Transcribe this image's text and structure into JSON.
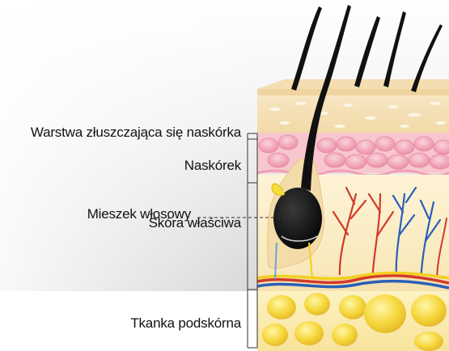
{
  "labels": {
    "stratum_corneum": "Warstwa złuszczająca się naskórka",
    "epidermis": "Naskórek",
    "hair_follicle": "Mieszek włosowy",
    "dermis": "Skóra właściwa",
    "subcutis": "Tkanka podskórna"
  },
  "colors": {
    "epidermis_pink": "#f2a7b8",
    "dermis_cream": "#fbedc8",
    "fat_yellow": "#f4d44a",
    "hair_black": "#111111",
    "artery_red": "#d23a2a",
    "vein_blue": "#2a5fb8"
  }
}
